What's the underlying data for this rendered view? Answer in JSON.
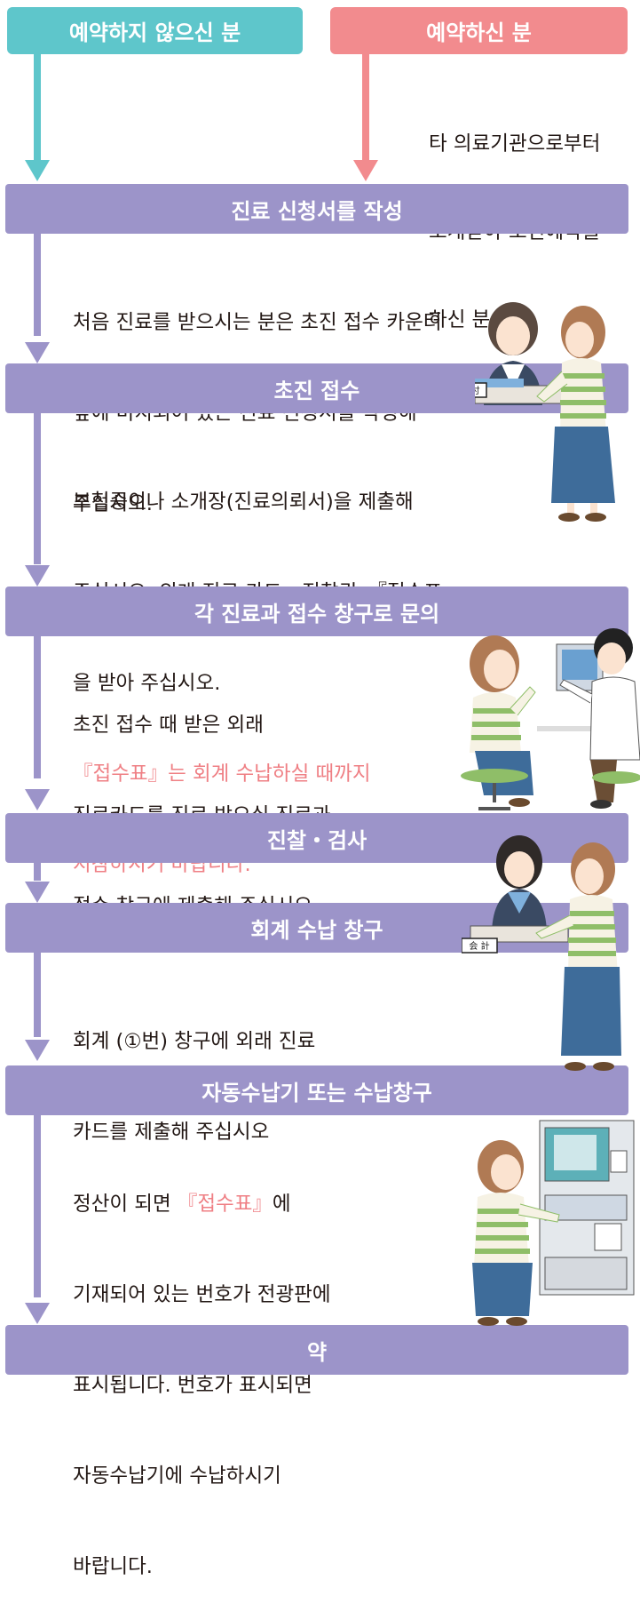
{
  "pills": {
    "left": "예약하지 않으신 분",
    "right": "예약하신 분"
  },
  "reservation_note": [
    "타 의료기관으로부터",
    "소개받아 초진예약을",
    "하신 분."
  ],
  "steps": [
    {
      "title": "진료 신청서를 작성",
      "lines": [
        "처음 진료를 받으시는 분은 초진 접수 카운터",
        "앞에 비치되어 있는 진료 신청서를 작성해",
        "주십시오."
      ]
    },
    {
      "title": "초진 접수",
      "lines": [
        "보험증이나 소개장(진료의뢰서)을 제출해",
        "주십시오. 외래 진료 카드・진찰권・『접수표』",
        "을 받아 주십시오."
      ],
      "highlight_lines": [
        "『접수표』는 회계 수납하실 때까지",
        "지참하시기 바랍니다."
      ],
      "counter_sign": "受 付"
    },
    {
      "title": "각 진료과 접수 창구로 문의",
      "lines": [
        "초진 접수 때 받은 외래",
        "진료카드를 진료 받으실 진료과",
        "접수 창구에 제출해 주십시오."
      ]
    },
    {
      "title": "진찰・검사"
    },
    {
      "title": "회계 수납 창구",
      "lines": [
        "회계 (①번) 창구에 외래 진료",
        "카드를 제출해 주십시오"
      ],
      "counter_sign": "会 計"
    },
    {
      "title": "자동수납기 또는 수납창구",
      "line1_before": "정산이 되면 ",
      "line1_highlight": "『접수표』",
      "line1_after": "에",
      "lines": [
        "기재되어 있는 번호가 전광판에",
        "표시됩니다. 번호가 표시되면",
        "자동수납기에 수납하시기",
        "바랍니다."
      ]
    },
    {
      "title": "약"
    }
  ],
  "colors": {
    "teal": "#5ec6cb",
    "pink": "#f28b8e",
    "purple": "#9c94c9",
    "pink_text": "#ef7f84"
  }
}
